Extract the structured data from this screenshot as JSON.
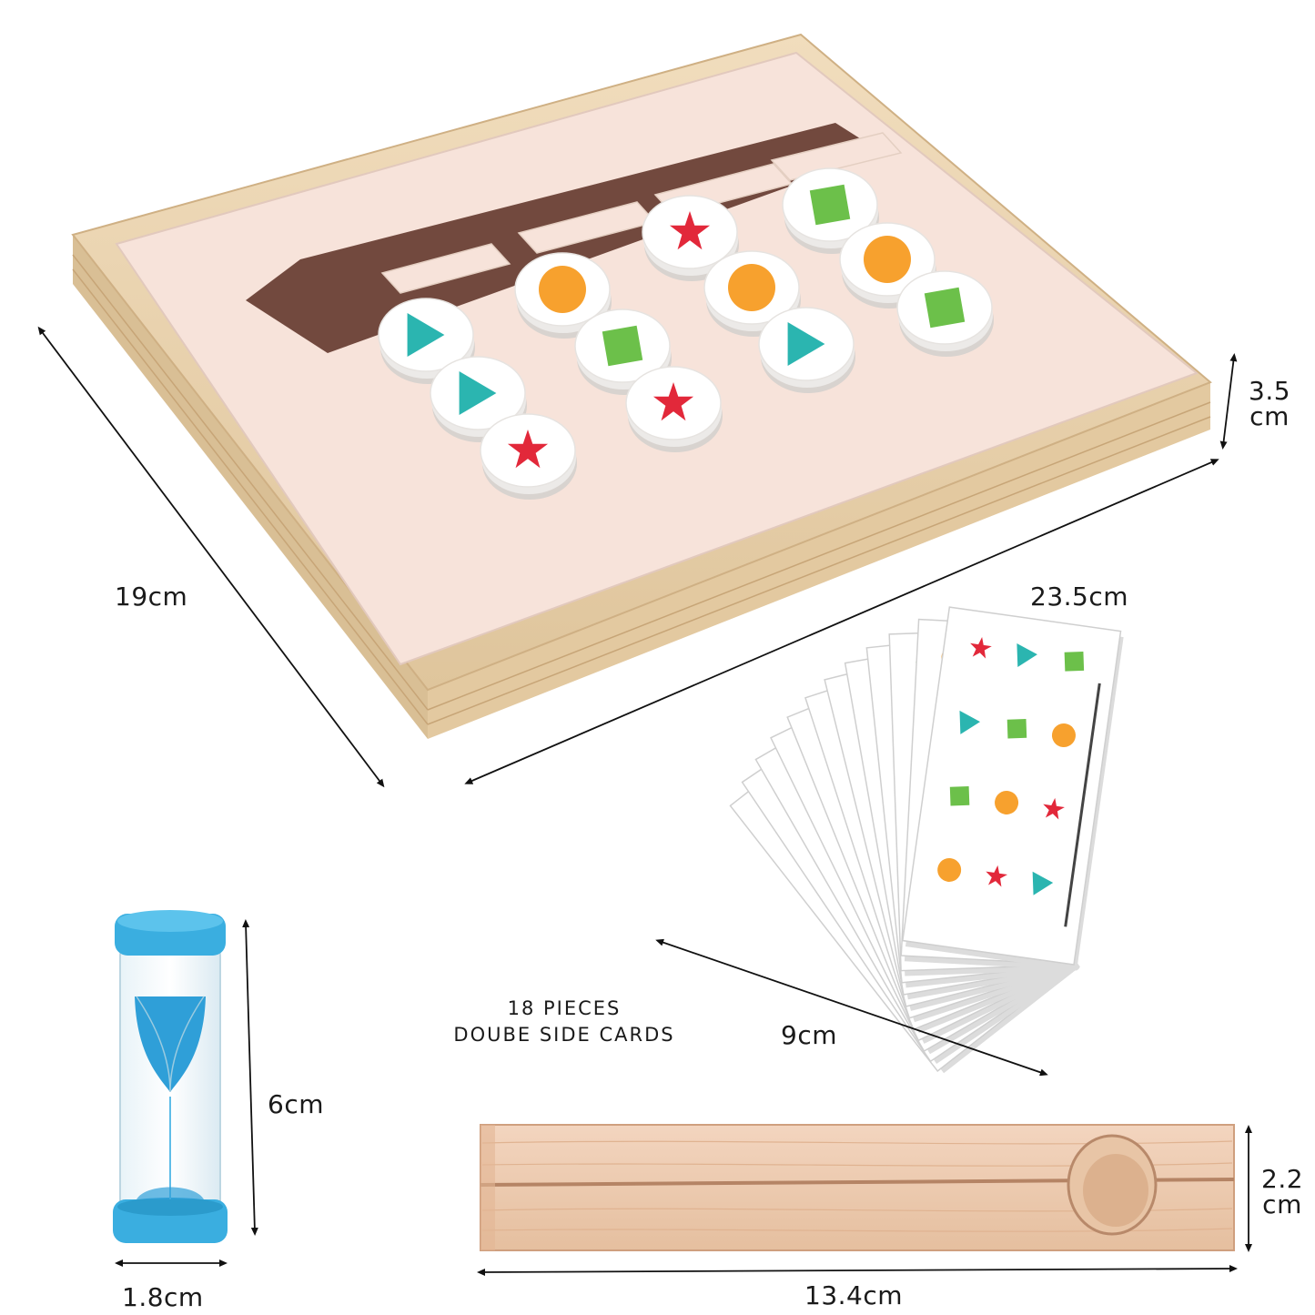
{
  "dimensions": {
    "board_depth": "19cm",
    "board_width": "23.5cm",
    "board_height_value": "3.5",
    "board_height_unit": "cm",
    "card_length": "9cm",
    "timer_height": "6cm",
    "timer_diameter": "1.8cm",
    "holder_length": "13.4cm",
    "holder_height_value": "2.2",
    "holder_height_unit": "cm"
  },
  "cards_note": {
    "line1": "18 PIECES",
    "line2": "DOUBE SIDE CARDS"
  },
  "colors": {
    "teal": "#2bb5b0",
    "orange": "#f7a12e",
    "green": "#6cc04a",
    "red": "#e2283a",
    "wood": "#ecd6b4",
    "board_top": "#f7e3da",
    "timer_blue": "#3aaee0"
  },
  "icons": {
    "triangle": "triangle-icon",
    "circle": "circle-icon",
    "square": "square-icon",
    "star": "star-icon"
  }
}
